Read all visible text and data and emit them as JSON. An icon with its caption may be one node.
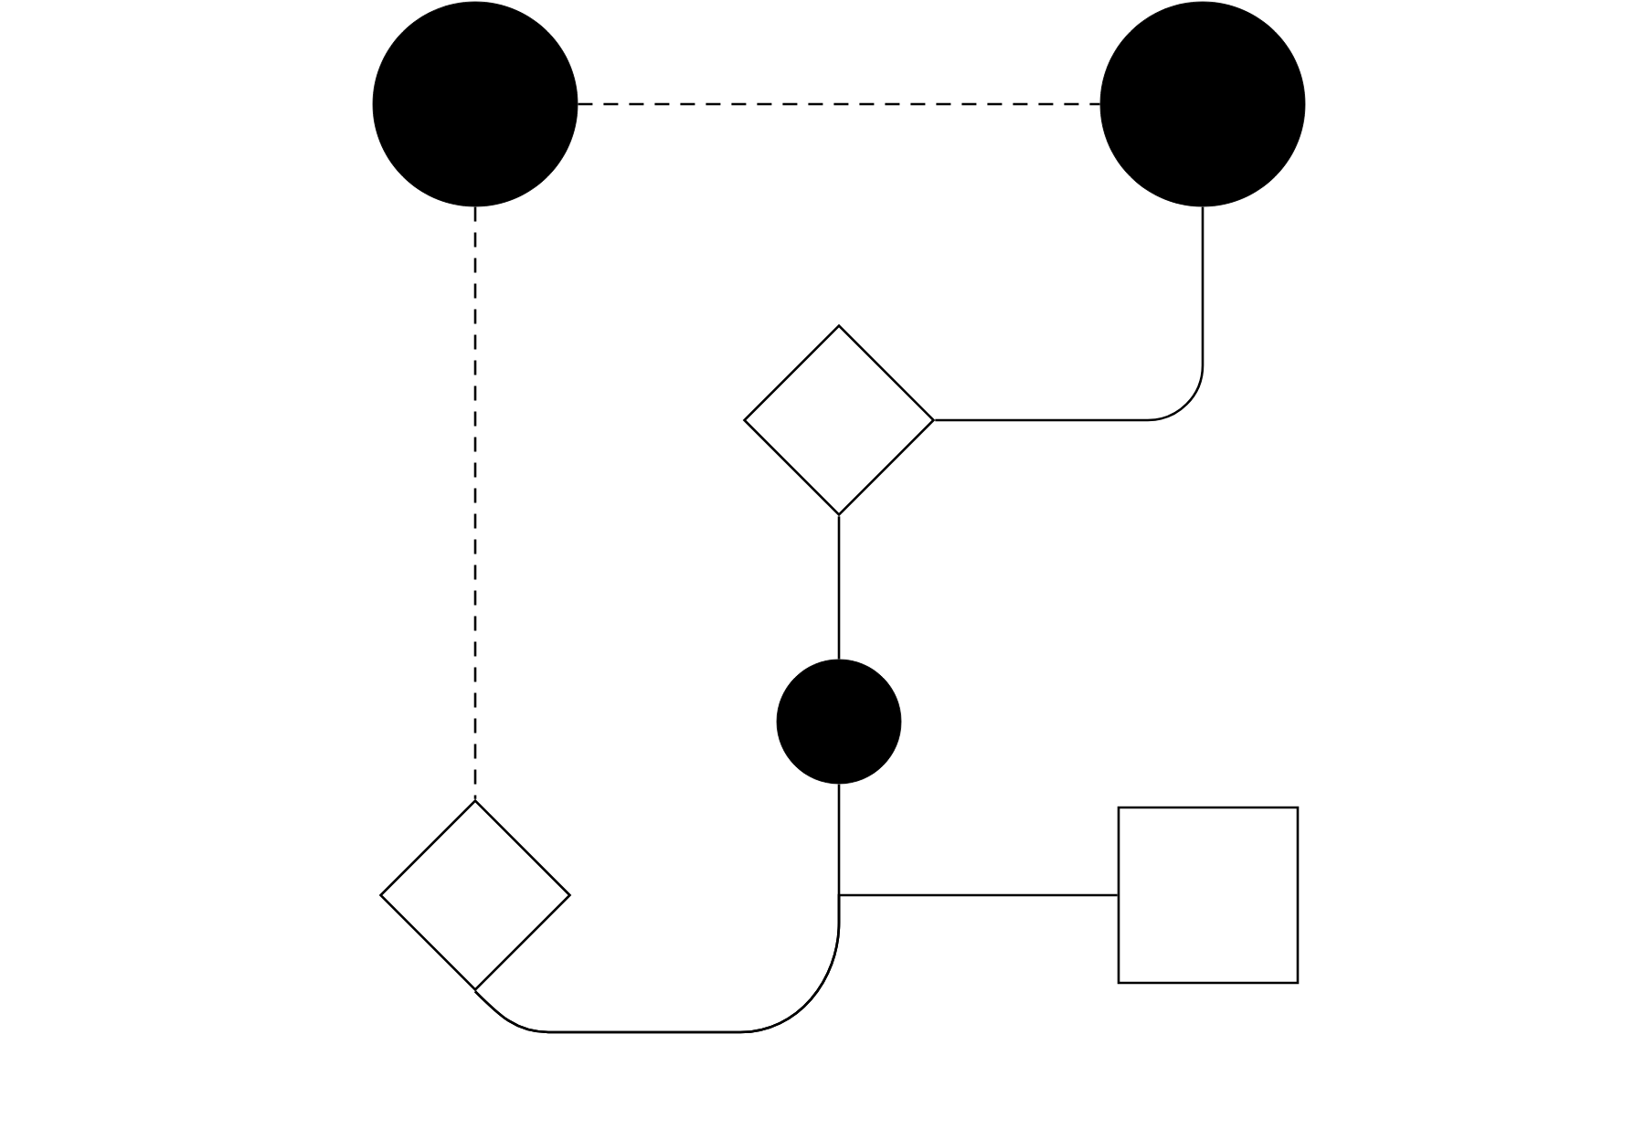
{
  "diagram": {
    "nodes": [
      {
        "text": [],
        "shape": "circle"
      },
      {
        "text": [],
        "shape": "circle"
      },
      {
        "text": [],
        "shape": "diamond"
      },
      {
        "text": [],
        "shape": "circle"
      },
      {
        "text": [],
        "shape": "diamond"
      },
      {
        "text": [],
        "shape": "box"
      }
    ],
    "edges": [
      {
        "from": 0,
        "to": 1,
        "arrow": "none",
        "style": "dashed"
      },
      {
        "from": 0,
        "to": 4,
        "arrow": "none",
        "style": "dashed"
      },
      {
        "from": 1,
        "to": 2,
        "arrow": "none"
      },
      {
        "from": 2,
        "to": 3,
        "arrow": "none"
      },
      {
        "from": 3,
        "to": 4,
        "arrow": "none"
      },
      {
        "from": 5,
        "to": 4,
        "arrow": "none"
      }
    ]
  }
}
